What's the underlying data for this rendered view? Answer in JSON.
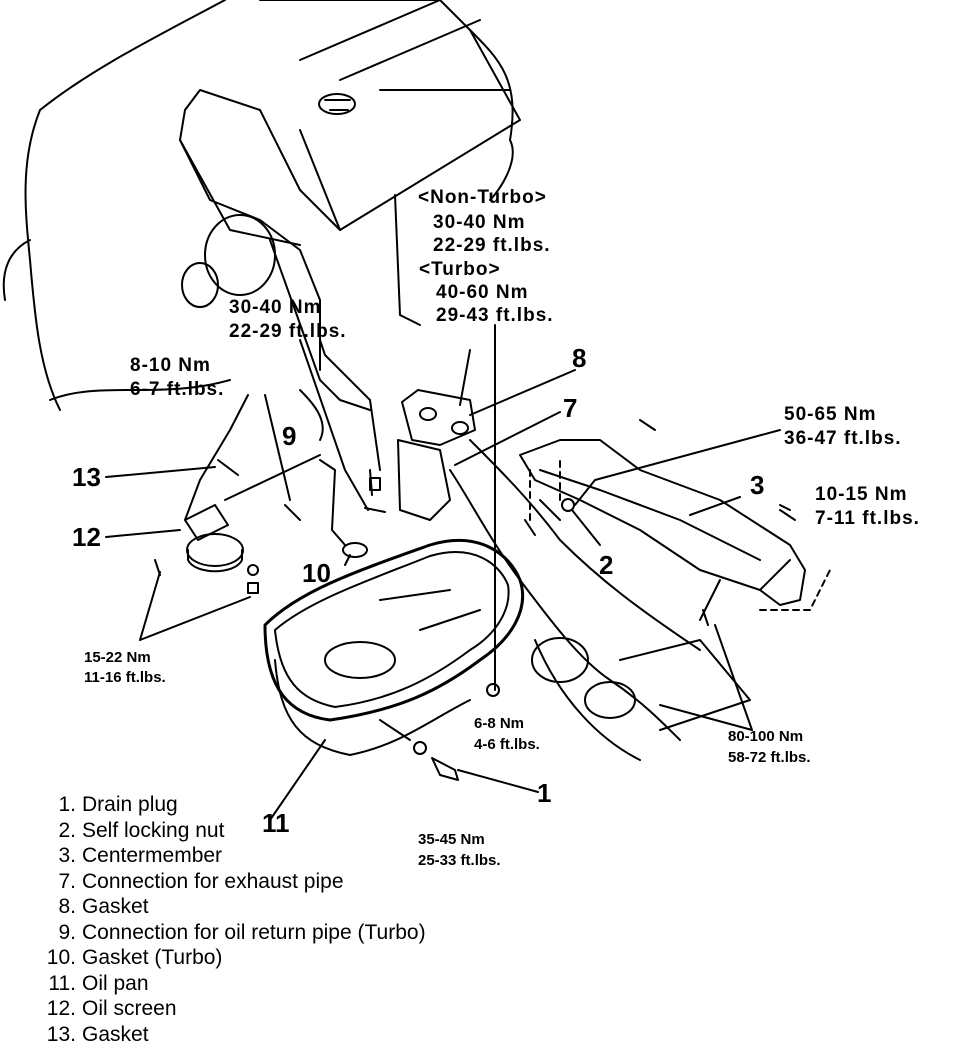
{
  "torque_specs": {
    "non_turbo_header": "<Non-Turbo>",
    "non_turbo_nm": "30-40  Nm",
    "non_turbo_ftlbs": "22-29  ft.lbs.",
    "turbo_header": "<Turbo>",
    "turbo_nm": "40-60  Nm",
    "turbo_ftlbs": "29-43  ft.lbs.",
    "left_upper_nm": "30-40  Nm",
    "left_upper_ftlbs": "22-29  ft.lbs.",
    "left_mid_nm": "8-10  Nm",
    "left_mid_ftlbs": "6-7  ft.lbs.",
    "right_upper_nm": "50-65  Nm",
    "right_upper_ftlbs": "36-47  ft.lbs.",
    "right_mid_nm": "10-15  Nm",
    "right_mid_ftlbs": "7-11  ft.lbs.",
    "oil_screen_nm": "15-22 Nm",
    "oil_screen_ftlbs": "11-16 ft.lbs.",
    "pan_bolt_nm": "6-8 Nm",
    "pan_bolt_ftlbs": "4-6 ft.lbs.",
    "member_nm": "80-100 Nm",
    "member_ftlbs": "58-72 ft.lbs.",
    "drain_nm": "35-45 Nm",
    "drain_ftlbs": "25-33 ft.lbs."
  },
  "callouts": {
    "c1": "1",
    "c2": "2",
    "c3": "3",
    "c7": "7",
    "c8": "8",
    "c9": "9",
    "c10": "10",
    "c11": "11",
    "c12": "12",
    "c13": "13"
  },
  "legend": [
    {
      "num": "1.",
      "text": "Drain plug"
    },
    {
      "num": "2.",
      "text": "Self locking nut"
    },
    {
      "num": "3.",
      "text": "Centermember"
    },
    {
      "num": "7.",
      "text": "Connection for exhaust pipe"
    },
    {
      "num": "8.",
      "text": "Gasket"
    },
    {
      "num": "9.",
      "text": "Connection for oil return pipe (Turbo)"
    },
    {
      "num": "10.",
      "text": "Gasket (Turbo)"
    },
    {
      "num": "11.",
      "text": "Oil pan"
    },
    {
      "num": "12.",
      "text": "Oil screen"
    },
    {
      "num": "13.",
      "text": "Gasket"
    }
  ]
}
